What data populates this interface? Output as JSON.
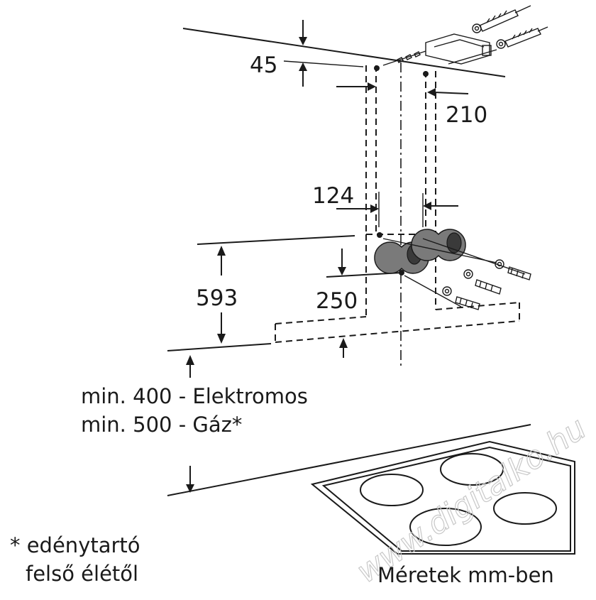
{
  "dimensions": {
    "wall_offset": "45",
    "bracket_spacing": "210",
    "bracket_spacing_lower": "124",
    "hood_height": "593",
    "lower_offset": "250"
  },
  "clearance": {
    "electric": "min. 400 - Elektromos",
    "gas": "min. 500 - Gáz*"
  },
  "footnote": {
    "line1": "* edénytartó",
    "line2": "felső élétől"
  },
  "units_note": "Méretek mm-ben",
  "watermark": "www.digitalko.hu"
}
